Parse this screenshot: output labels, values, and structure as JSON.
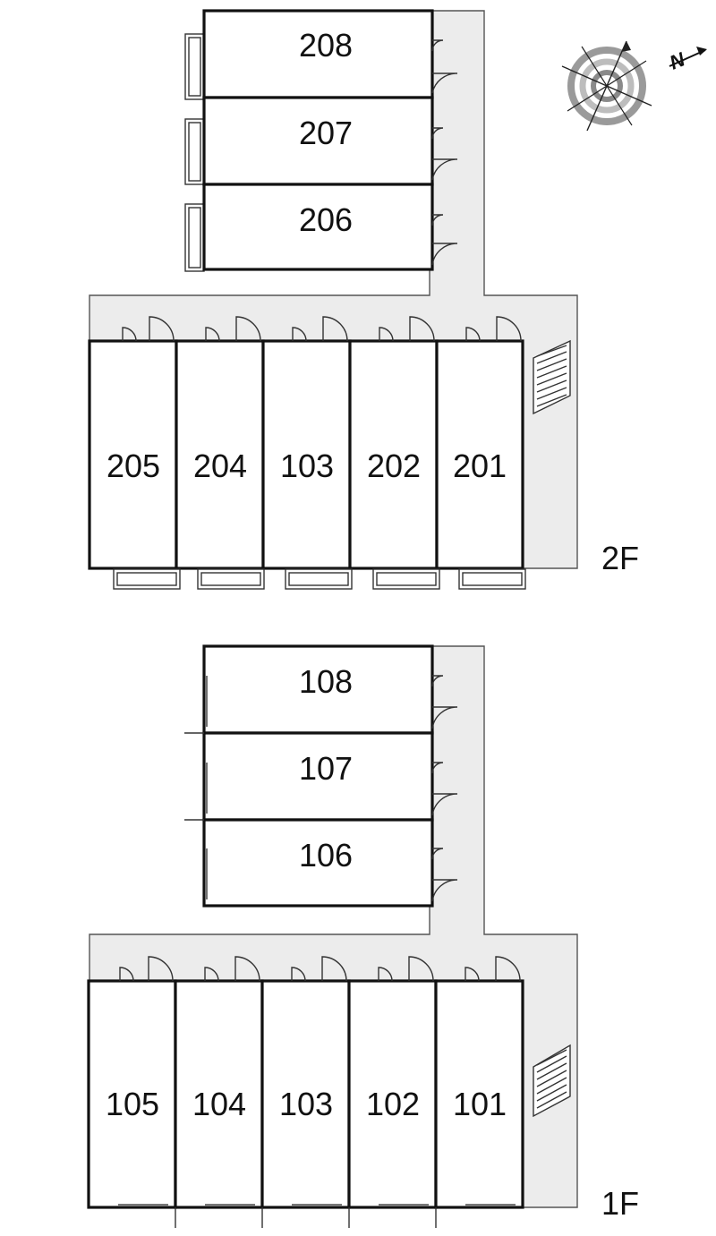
{
  "compass": {
    "label": "N",
    "icon": "north-arrow-compass-icon"
  },
  "floors": [
    {
      "id": "2f",
      "label": "2F",
      "upper_rooms": [
        "208",
        "207",
        "206"
      ],
      "lower_rooms": [
        "205",
        "204",
        "103",
        "202",
        "201"
      ]
    },
    {
      "id": "1f",
      "label": "1F",
      "upper_rooms": [
        "108",
        "107",
        "106"
      ],
      "lower_rooms": [
        "105",
        "104",
        "103",
        "102",
        "101"
      ]
    }
  ]
}
